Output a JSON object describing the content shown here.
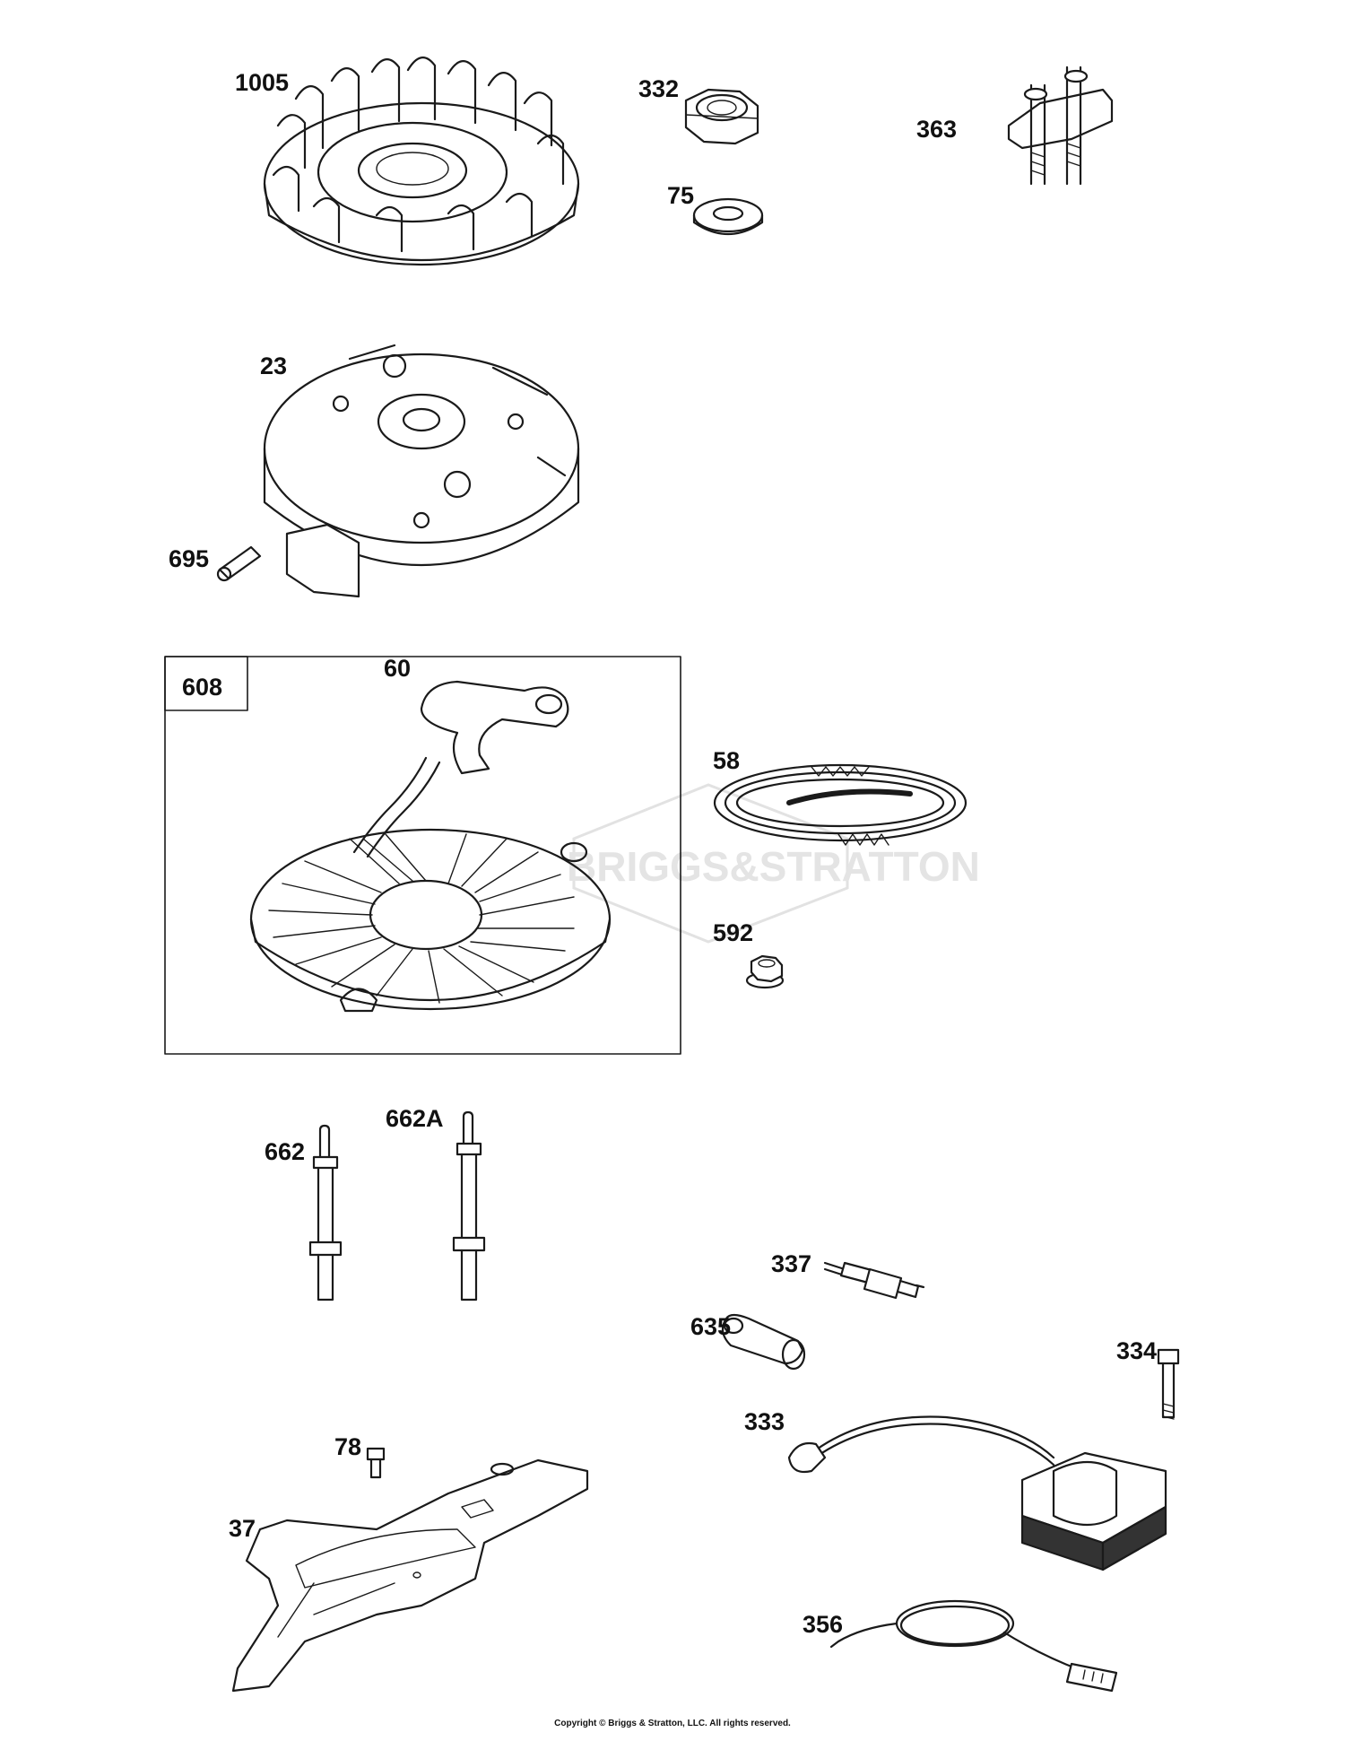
{
  "watermark": {
    "text": "BRIGGS&STRATTON"
  },
  "kit_box": {
    "label": "608"
  },
  "parts": [
    {
      "id": "1005"
    },
    {
      "id": "332"
    },
    {
      "id": "75"
    },
    {
      "id": "363"
    },
    {
      "id": "23"
    },
    {
      "id": "695"
    },
    {
      "id": "60"
    },
    {
      "id": "58"
    },
    {
      "id": "592"
    },
    {
      "id": "662"
    },
    {
      "id": "662A"
    },
    {
      "id": "337"
    },
    {
      "id": "635"
    },
    {
      "id": "334"
    },
    {
      "id": "333"
    },
    {
      "id": "78"
    },
    {
      "id": "37"
    },
    {
      "id": "356"
    }
  ],
  "footer": {
    "copyright": "Copyright © Briggs & Stratton, LLC. All rights reserved."
  }
}
